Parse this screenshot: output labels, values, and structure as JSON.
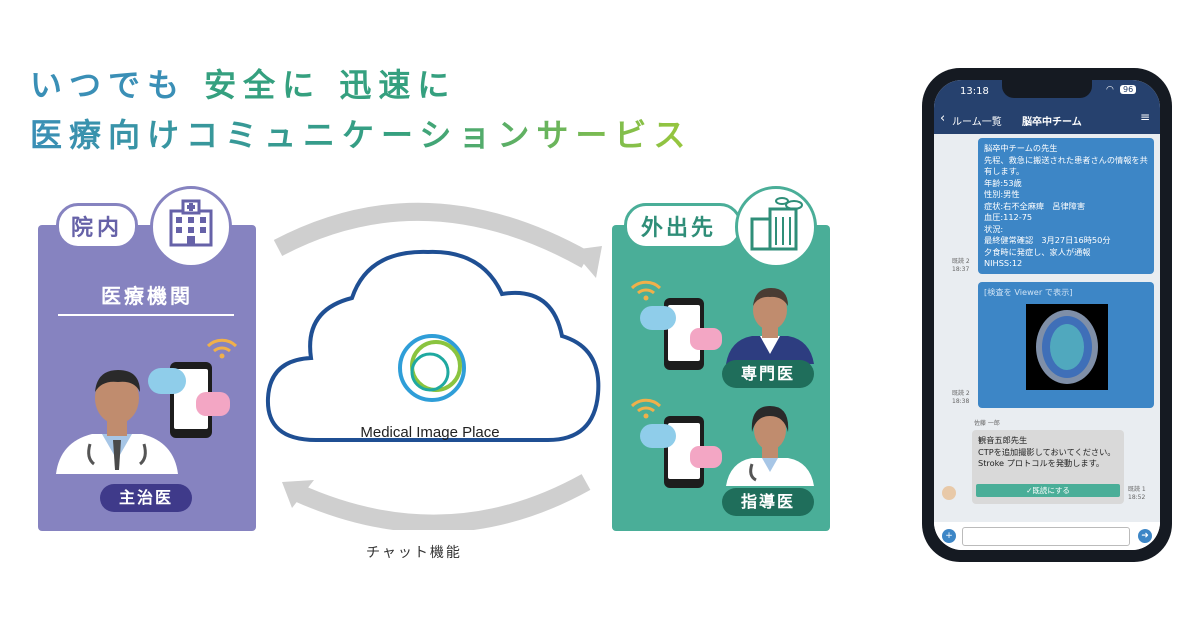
{
  "headline": {
    "line1_part1": "いつでも",
    "line1_part2": "安全に",
    "line1_part3": "迅速に",
    "line2": "医療向けコミュニケーションサービス"
  },
  "left_panel": {
    "tab_label": "院内",
    "institution": "医療機関",
    "role": "主治医"
  },
  "right_panel": {
    "tab_label": "外出先",
    "role_specialist": "専門医",
    "role_instructor": "指導医"
  },
  "center": {
    "logo_text": "Medical Image Place",
    "chat_label": "チャット機能"
  },
  "phone": {
    "time": "13:18",
    "battery": "96",
    "back_label": "ルーム一覧",
    "room_title": "脳卒中チーム",
    "messages": [
      {
        "text": "脳卒中チームの先生\n先程、救急に搬送された患者さんの情報を共有します。\n年齢:53歳\n性別:男性\n症状:右不全麻痺　呂律障害\n血圧:112-75\n状況:\n最終健常確認　3月27日16時50分\n夕食時に発症し、家人が通報\nNIHSS:12",
        "read": "既読 2",
        "time": "18:37"
      },
      {
        "text": "[検査を Viewer で表示]",
        "read": "既読 2",
        "time": "18:38"
      }
    ],
    "reply": {
      "sender": "佐藤 一郎",
      "text": "観音五郎先生\nCTPを追加撮影しておいてください。\nStroke プロトコルを発動します。",
      "button": "✓既読にする",
      "read": "既読 1",
      "time": "18:52"
    }
  },
  "colors": {
    "headline_blue": "#3a8fb6",
    "headline_green": "#35a07f",
    "headline_lime": "#7fbf3e",
    "hospital_panel": "#8683c0",
    "outside_panel": "#4aae98",
    "cloud_outline": "#1f4f93",
    "phone_header": "#26416e",
    "bubble_blue": "#3d86c6"
  }
}
